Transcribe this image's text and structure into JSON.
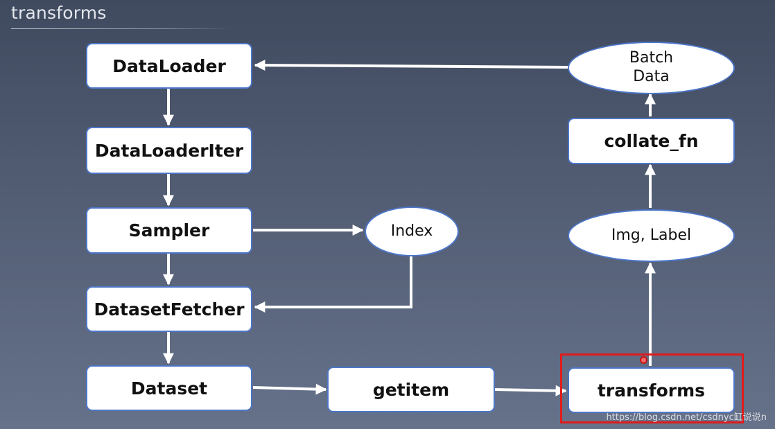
{
  "slide": {
    "title": "transforms"
  },
  "nodes": {
    "dataloader": "DataLoader",
    "dataloaderiter": "DataLoaderIter",
    "sampler": "Sampler",
    "datasetfetcher": "DatasetFetcher",
    "dataset": "Dataset",
    "getitem": "getitem",
    "transforms": "transforms",
    "index": "Index",
    "img_label": "Img, Label",
    "collate_fn": "collate_fn",
    "batch_data": [
      "Batch",
      "Data"
    ]
  },
  "colors": {
    "box_border": "#4d76c8",
    "arrow": "#ffffff",
    "highlight": "#e01b1b"
  },
  "watermark": "https://blog.csdn.net/csdnyc缸说说n"
}
